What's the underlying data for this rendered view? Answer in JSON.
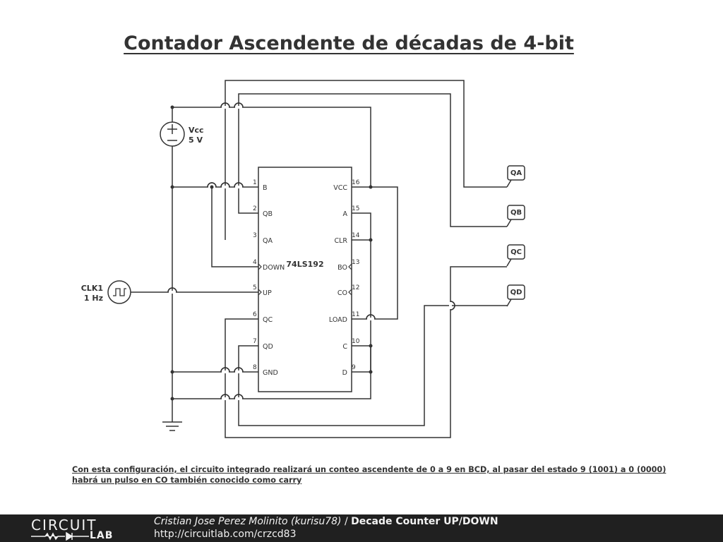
{
  "title": "Contador Ascendente de décadas de 4-bit",
  "components": {
    "supply": {
      "name": "Vcc",
      "value": "5 V"
    },
    "clock": {
      "name": "CLK1",
      "value": "1 Hz"
    },
    "ic": {
      "part": "74LS192"
    }
  },
  "pins_left": [
    {
      "num": "1",
      "name": "B"
    },
    {
      "num": "2",
      "name": "QB"
    },
    {
      "num": "3",
      "name": "QA"
    },
    {
      "num": "4",
      "name": "DOWN"
    },
    {
      "num": "5",
      "name": "UP"
    },
    {
      "num": "6",
      "name": "QC"
    },
    {
      "num": "7",
      "name": "QD"
    },
    {
      "num": "8",
      "name": "GND"
    }
  ],
  "pins_right": [
    {
      "num": "16",
      "name": "VCC"
    },
    {
      "num": "15",
      "name": "A"
    },
    {
      "num": "14",
      "name": "CLR"
    },
    {
      "num": "13",
      "name": "BO"
    },
    {
      "num": "12",
      "name": "CO"
    },
    {
      "num": "11",
      "name": "LOAD"
    },
    {
      "num": "10",
      "name": "C"
    },
    {
      "num": "9",
      "name": "D"
    }
  ],
  "outputs": [
    "QA",
    "QB",
    "QC",
    "QD"
  ],
  "note": {
    "line1": "Con esta configuración, el circuito integrado realizará un conteo ascendente de 0 a 9 en BCD, al pasar del estado 9 (1001) a 0 (0000)",
    "line2": "habrá un pulso en CO también conocido como carry"
  },
  "footer": {
    "logo_top": "CIRCUIT",
    "logo_bottom": "LAB",
    "author": "Cristian Jose Perez Molinito (kurisu78)",
    "separator": " / ",
    "project": "Decade Counter UP/DOWN",
    "url": "http://circuitlab.com/crzcd83"
  }
}
